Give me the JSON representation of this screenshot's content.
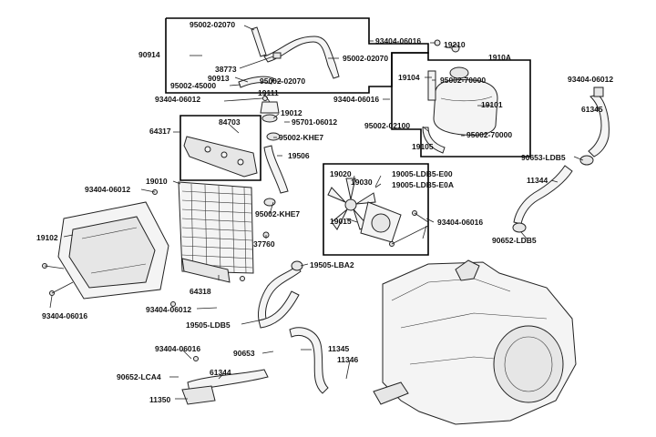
{
  "labels": {
    "l95002_02070_a": "95002-02070",
    "l90914": "90914",
    "l93404_06016_a": "93404-06016",
    "l19210": "19210",
    "l1910a": "1910A",
    "l95002_02070_b": "95002-02070",
    "l38773": "38773",
    "l90913": "90913",
    "l95002_45000": "95002-45000",
    "l95002_02070_c": "95002-02070",
    "l19104": "19104",
    "l95002_70000_a": "95002-70000",
    "l93404_06012_a": "93404-06012",
    "l19111": "19111",
    "l93404_06016_b": "93404-06016",
    "l19101": "19101",
    "l93404_06012_r": "93404-06012",
    "l19012": "19012",
    "l84703": "84703",
    "l61345": "61345",
    "l95701_06012": "95701-06012",
    "l95002_02100": "95002-02100",
    "l64317": "64317",
    "l95002_khe7_a": "95002-KHE7",
    "l95002_70000_b": "95002-70000",
    "l19105": "19105",
    "l19506": "19506",
    "l90653_ldb5": "90653-LDB5",
    "l19020": "19020",
    "l19005_e00": "19005-LDB5-E00",
    "l11344": "11344",
    "l19010": "19010",
    "l19030": "19030",
    "l19005_e0a": "19005-LDB5-E0A",
    "l93404_06012_b": "93404-06012",
    "l95002_khe7_b": "95002-KHE7",
    "l19015": "19015",
    "l93404_06016_c": "93404-06016",
    "l19102": "19102",
    "l37760": "37760",
    "l90652_ldb5": "90652-LDB5",
    "l19505_lba2": "19505-LBA2",
    "l64318": "64318",
    "l93404_06016_d": "93404-06016",
    "l93404_06012_c": "93404-06012",
    "l19505_ldb5": "19505-LDB5",
    "l93404_06016_e": "93404-06016",
    "l90653": "90653",
    "l11345": "11345",
    "l11346": "11346",
    "l90652_lca4": "90652-LCA4",
    "l61344": "61344",
    "l11350": "11350"
  }
}
